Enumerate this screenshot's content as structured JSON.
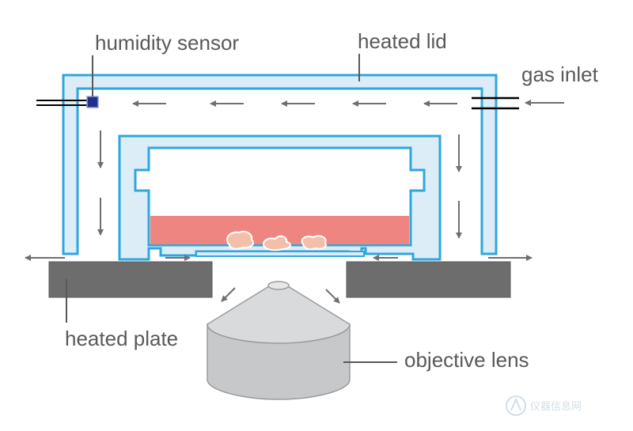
{
  "labels": {
    "humidity_sensor": "humidity sensor",
    "heated_lid": "heated lid",
    "gas_inlet": "gas inlet",
    "heated_plate": "heated plate",
    "objective_lens": "objective lens"
  },
  "watermark": {
    "text": "仪器信息网"
  },
  "icons": {
    "sensor": "sensor-square-icon",
    "watermark_logo": "instrument-logo-icon"
  },
  "colors": {
    "chamber_stroke": "#2ea7db",
    "chamber_fill": "#dcedf8",
    "medium": "#ee8580",
    "cells_fill": "#f4bfaa",
    "cells_stroke": "#ffffff",
    "plate": "#6d6d6d",
    "lens_fill": "#c7c8ca",
    "arrow": "#6f6f6f",
    "sensor": "#1f2f8a",
    "text": "#595959"
  }
}
